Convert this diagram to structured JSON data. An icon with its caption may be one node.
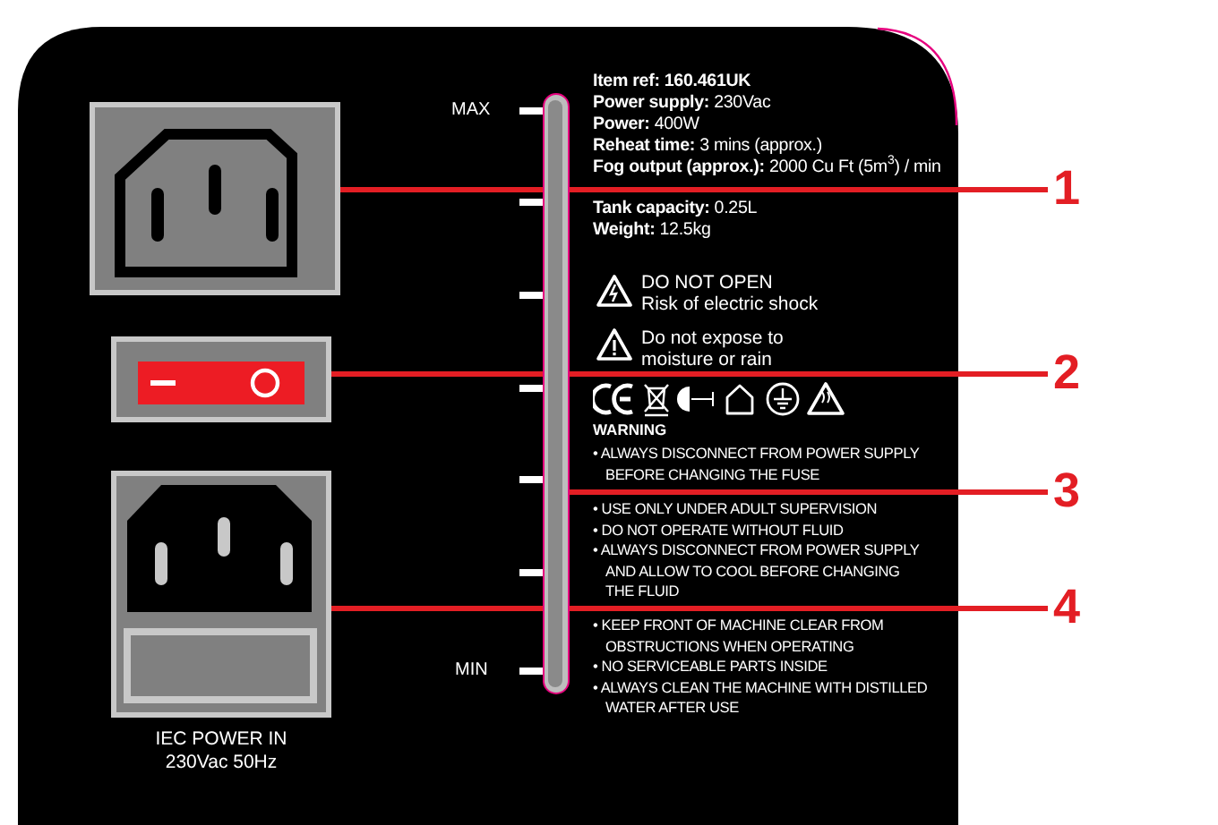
{
  "diagram": {
    "nodes": [
      {
        "text": [],
        "shape": "picture"
      },
      {
        "text": [],
        "shape": "picture"
      },
      {
        "text": [
          "IEC POWER IN 230Vac 50Hz"
        ]
      },
      {
        "text": [],
        "shape": "bar"
      },
      {
        "text": [
          "1"
        ]
      },
      {
        "text": [
          "2"
        ]
      },
      {
        "text": [
          "3"
        ]
      },
      {
        "text": [
          "4"
        ]
      }
    ],
    "edges": [
      {
        "from": 4,
        "to": 0,
        "arrow": "none"
      },
      {
        "from": 5,
        "to": 1,
        "arrow": "none"
      },
      {
        "from": 6,
        "to": 3,
        "arrow": "none"
      },
      {
        "from": 7,
        "to": 2,
        "arrow": "none"
      }
    ],
    "labels": [
      "MAX",
      "Item ref: 160.461UK",
      "**Power supply:** 230Vac",
      "**Power:** 400W",
      "**Reheat time:** 3 mins (approx.)",
      "**Fog output (approx.):** 2000 Cu Ft (5m$^{3}$) / min",
      "**Tank capacity:** 0.25L",
      "**Weight:** 12.5kg",
      "DO NOT OPEN",
      "Risk of electric shock",
      "Do not expose to moisture or rain",
      "WARNING",
      "• ALWAYS DISCONNECT FROM POWER SUPPLY BEFORE CHANGING THE FUSE",
      "• USE ONLY UNDER ADULT SUPERVISION",
      "• DO NOT OPERATE WITHOUT FLUID",
      "• ALWAYS DISCONNECT FROM POWER SUPPLY AND ALLOW TO COOL BEFORE CHANGING THE FLUID",
      "• KEEP FRONT OF MACHINE CLEAR FROM OBSTRUCTIONS WHEN OPERATING",
      "• NO SERVICEABLE PARTS INSIDE",
      "• ALWAYS CLEAN THE MACHINE WITH DISTILLED WATER AFTER USE",
      "MIN"
    ]
  }
}
